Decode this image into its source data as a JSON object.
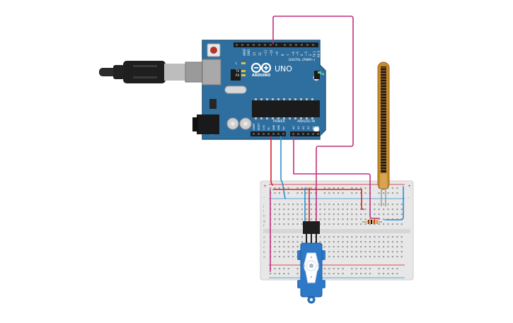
{
  "board": {
    "logo_text": "ARDUINO",
    "model": "UNO",
    "digital_header": "DIGITAL (PWM~)",
    "power_header": "POWER",
    "analog_header": "ANALOG IN",
    "aref_label": "AREF",
    "gnd_label": "GND",
    "tx_label": "TX",
    "rx_label": "RX",
    "l_label": "L",
    "on_label": "ON",
    "digital_pins": [
      "13",
      "12",
      "~11",
      "~10",
      "~9",
      "8",
      "7",
      "~6",
      "~5",
      "4",
      "~3",
      "2",
      "TX 1",
      "RX 0"
    ],
    "power_pins": [
      "IOREF",
      "RESET",
      "3.3V",
      "5V",
      "GND",
      "GND",
      "Vin"
    ],
    "analog_pins": [
      "A0",
      "A1",
      "A2",
      "A3",
      "A4",
      "A5"
    ]
  },
  "breadboard": {
    "row_letters_top": [
      "j",
      "i",
      "h",
      "g",
      "f"
    ],
    "row_letters_bottom": [
      "e",
      "d",
      "c",
      "b",
      "a"
    ],
    "column_count": 30
  },
  "colors": {
    "board_blue": "#2f6f9f",
    "board_dark": "#23587f",
    "wire_red": "#d6202a",
    "wire_blue": "#2a8fd0",
    "wire_magenta": "#c4307d",
    "servo_blue": "#2d79c7",
    "flex_copper": "#c98a2b",
    "breadboard_body": "#e7e7e7"
  }
}
